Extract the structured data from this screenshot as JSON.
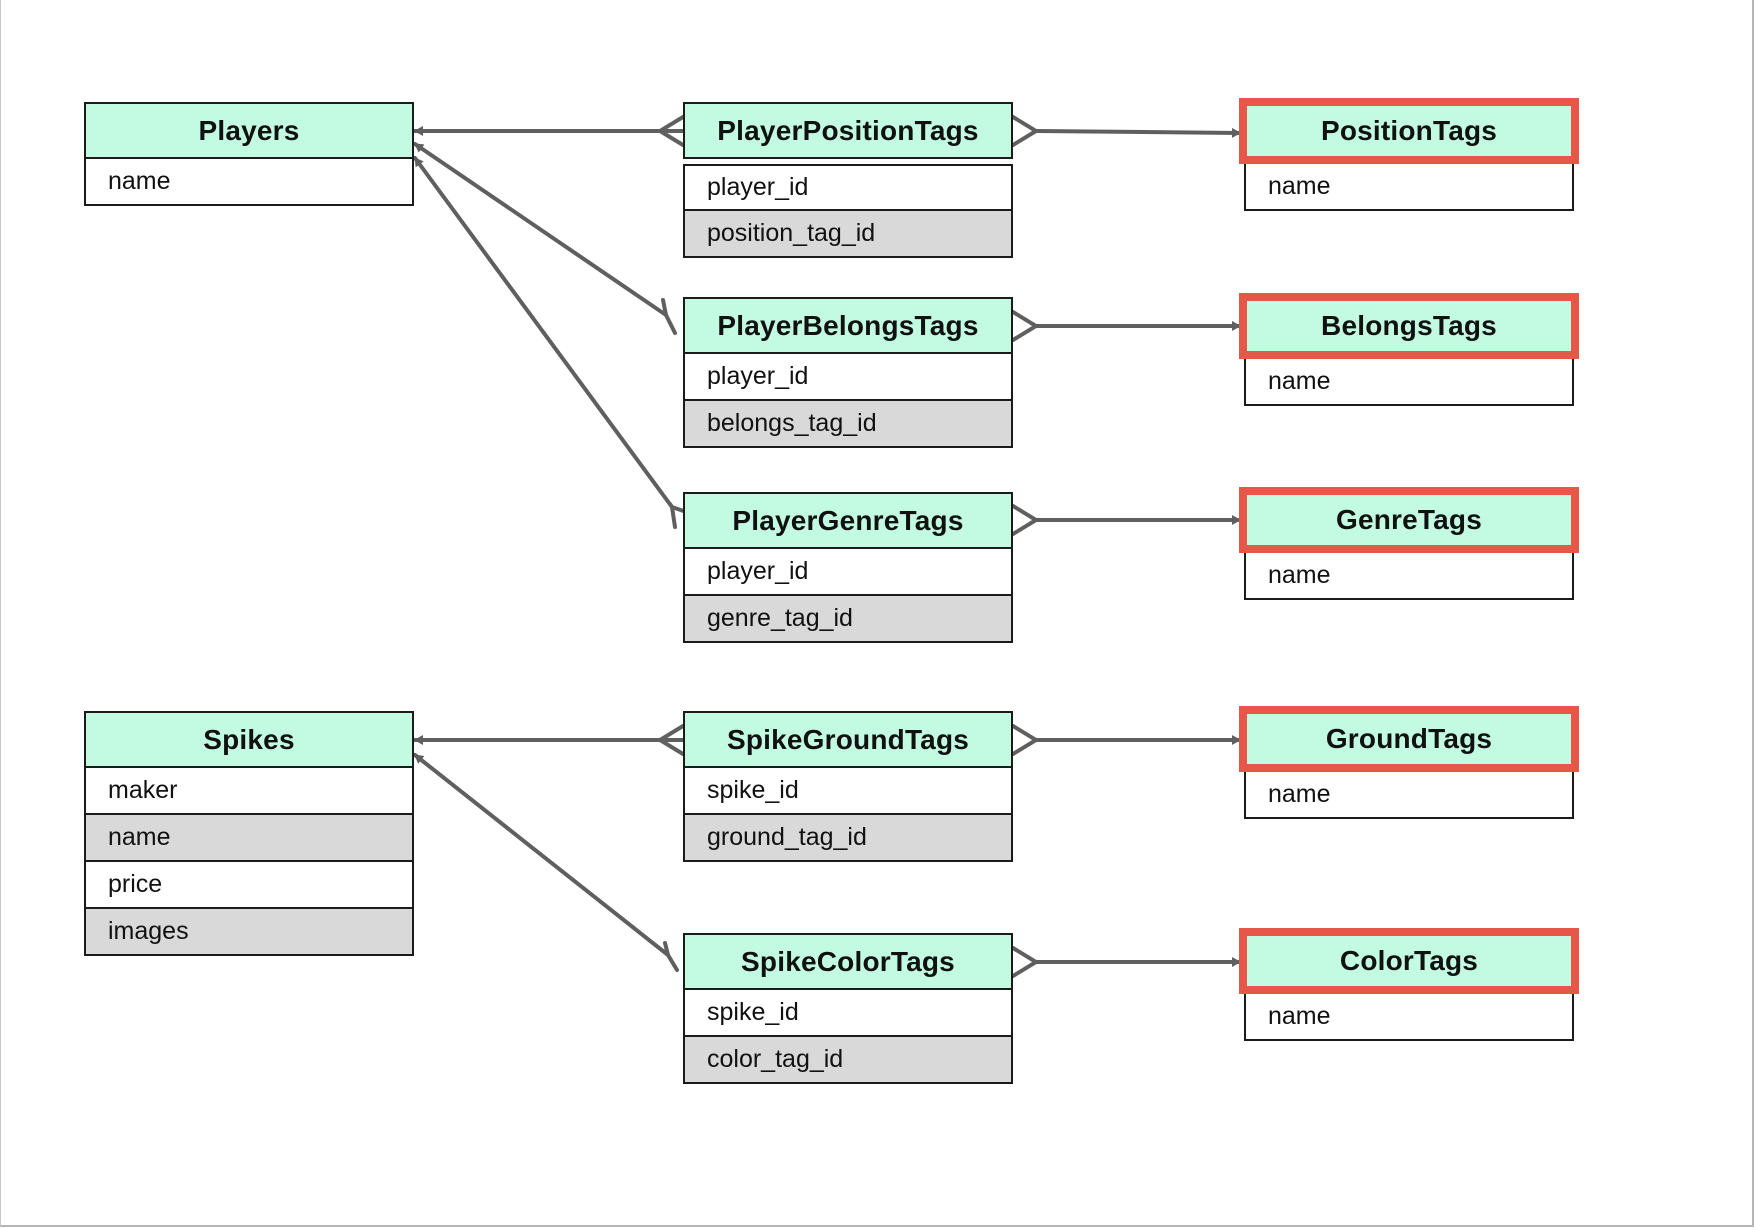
{
  "tables": {
    "players": {
      "title": "Players",
      "fields": [
        "name"
      ]
    },
    "player_position_tags": {
      "title": "PlayerPositionTags",
      "fields": [
        "player_id",
        "position_tag_id"
      ]
    },
    "player_belongs_tags": {
      "title": "PlayerBelongsTags",
      "fields": [
        "player_id",
        "belongs_tag_id"
      ]
    },
    "player_genre_tags": {
      "title": "PlayerGenreTags",
      "fields": [
        "player_id",
        "genre_tag_id"
      ]
    },
    "position_tags": {
      "title": "PositionTags",
      "fields": [
        "name"
      ]
    },
    "belongs_tags": {
      "title": "BelongsTags",
      "fields": [
        "name"
      ]
    },
    "genre_tags": {
      "title": "GenreTags",
      "fields": [
        "name"
      ]
    },
    "spikes": {
      "title": "Spikes",
      "fields": [
        "maker",
        "name",
        "price",
        "images"
      ]
    },
    "spike_ground_tags": {
      "title": "SpikeGroundTags",
      "fields": [
        "spike_id",
        "ground_tag_id"
      ]
    },
    "spike_color_tags": {
      "title": "SpikeColorTags",
      "fields": [
        "spike_id",
        "color_tag_id"
      ]
    },
    "ground_tags": {
      "title": "GroundTags",
      "fields": [
        "name"
      ]
    },
    "color_tags": {
      "title": "ColorTags",
      "fields": [
        "name"
      ]
    }
  },
  "colors": {
    "header_fill": "#c2fbe2",
    "alt_row_fill": "#d9d9d9",
    "highlight_border": "#e6574a",
    "edge": "#5f5f5f"
  }
}
